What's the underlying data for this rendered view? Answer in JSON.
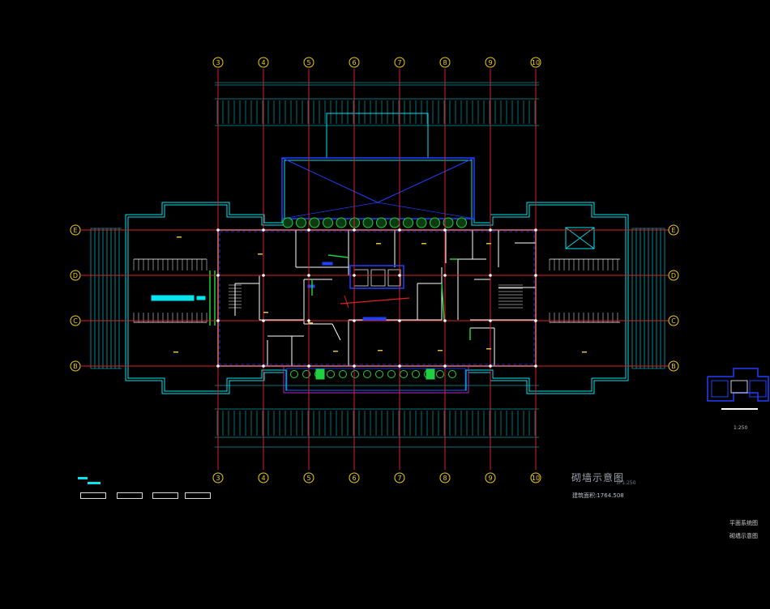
{
  "drawing": {
    "title": "砌墙示意图",
    "scale_note": "3F1:250",
    "area_text": "建筑面积:1764.508",
    "keyplan_scale": "1:250"
  },
  "side_notes": [
    "平面系统图",
    "砌墙示意图"
  ],
  "axes": {
    "columns": [
      "3",
      "4",
      "5",
      "6",
      "7",
      "8",
      "9",
      "10"
    ],
    "rows": [
      "E",
      "D",
      "C",
      "B"
    ]
  },
  "colors": {
    "background": "#000000",
    "grid": "#e0202a",
    "bubble": "#f0d000",
    "wall": "#00e5ee",
    "room_wall": "#ffffff",
    "accent_blue": "#2040ff",
    "green": "#20d040",
    "magenta": "#c020c0"
  }
}
